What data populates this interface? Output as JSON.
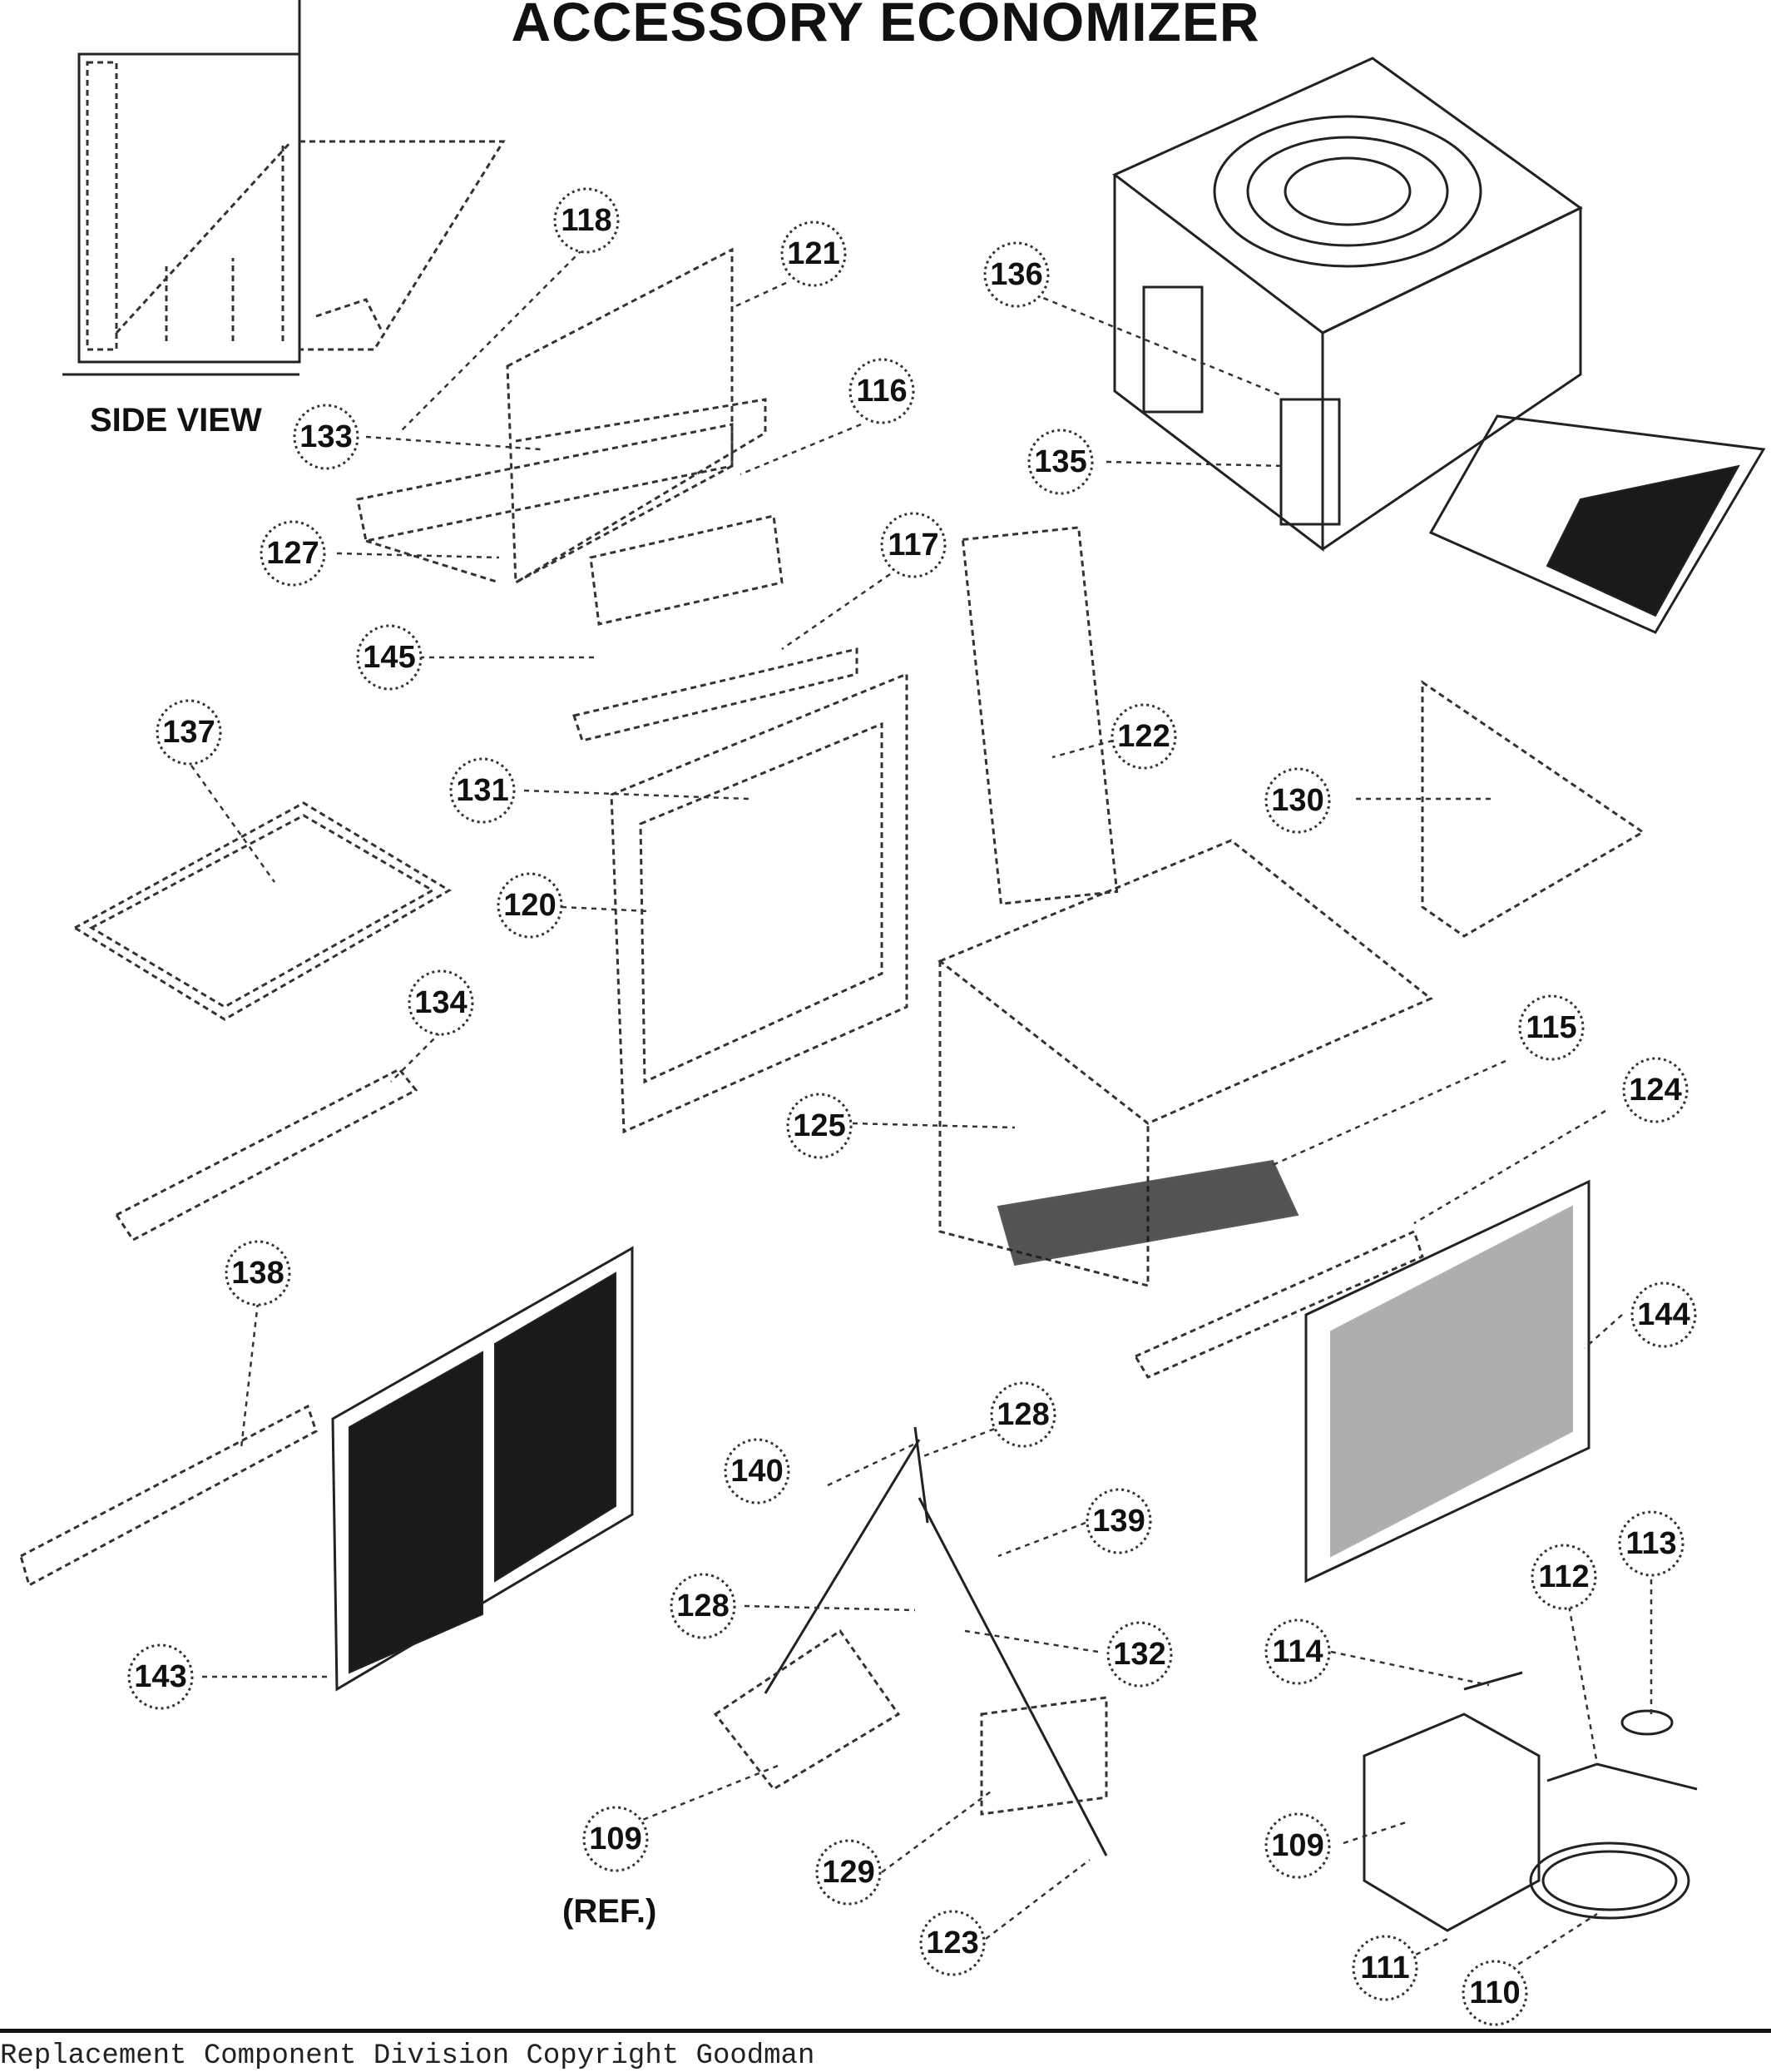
{
  "title": "ACCESSORY ECONOMIZER",
  "side_view_label": "SIDE VIEW",
  "ref_label": "(REF.)",
  "footer_text": "Replacement Component  Division    Copyright  Goodman",
  "callouts": [
    "118",
    "121",
    "116",
    "133",
    "127",
    "145",
    "117",
    "136",
    "135",
    "122",
    "137",
    "131",
    "120",
    "130",
    "134",
    "115",
    "125",
    "124",
    "138",
    "144",
    "128",
    "140",
    "139",
    "128",
    "132",
    "143",
    "114",
    "112",
    "113",
    "109",
    "129",
    "109",
    "123",
    "111",
    "110"
  ]
}
